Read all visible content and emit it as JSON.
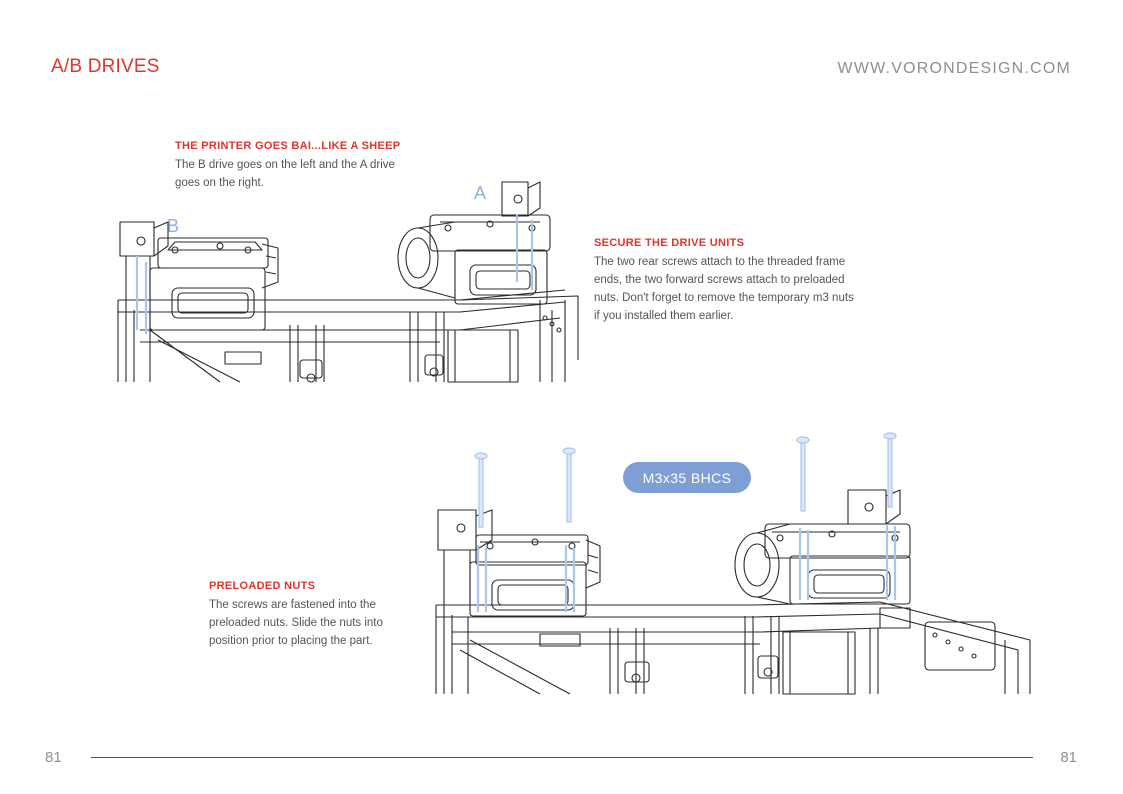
{
  "header": {
    "section_title": "A/B DRIVES",
    "site_url": "WWW.VORONDESIGN.COM"
  },
  "notes": [
    {
      "heading": "THE PRINTER GOES BAI...LIKE A SHEEP",
      "body": "The B drive goes on the left and the A drive goes on the right."
    },
    {
      "heading": "SECURE THE DRIVE UNITS",
      "body": "The two rear screws attach to the threaded frame ends, the two forward screws attach to preloaded nuts. Don't forget to remove the temporary m3 nuts if you installed them earlier."
    },
    {
      "heading": "PRELOADED NUTS",
      "body": "The screws are fastened into the preloaded nuts. Slide the nuts into position prior to placing the part."
    }
  ],
  "callouts": {
    "label_a": "A",
    "label_b": "B",
    "screw_label": "M3x35 BHCS"
  },
  "footer": {
    "page_left": "81",
    "page_right": "81"
  },
  "colors": {
    "accent_red": "#e0342c",
    "callout_blue": "#7d9fd6",
    "screw_blue": "#a9c6ec",
    "text_gray": "#555555"
  }
}
